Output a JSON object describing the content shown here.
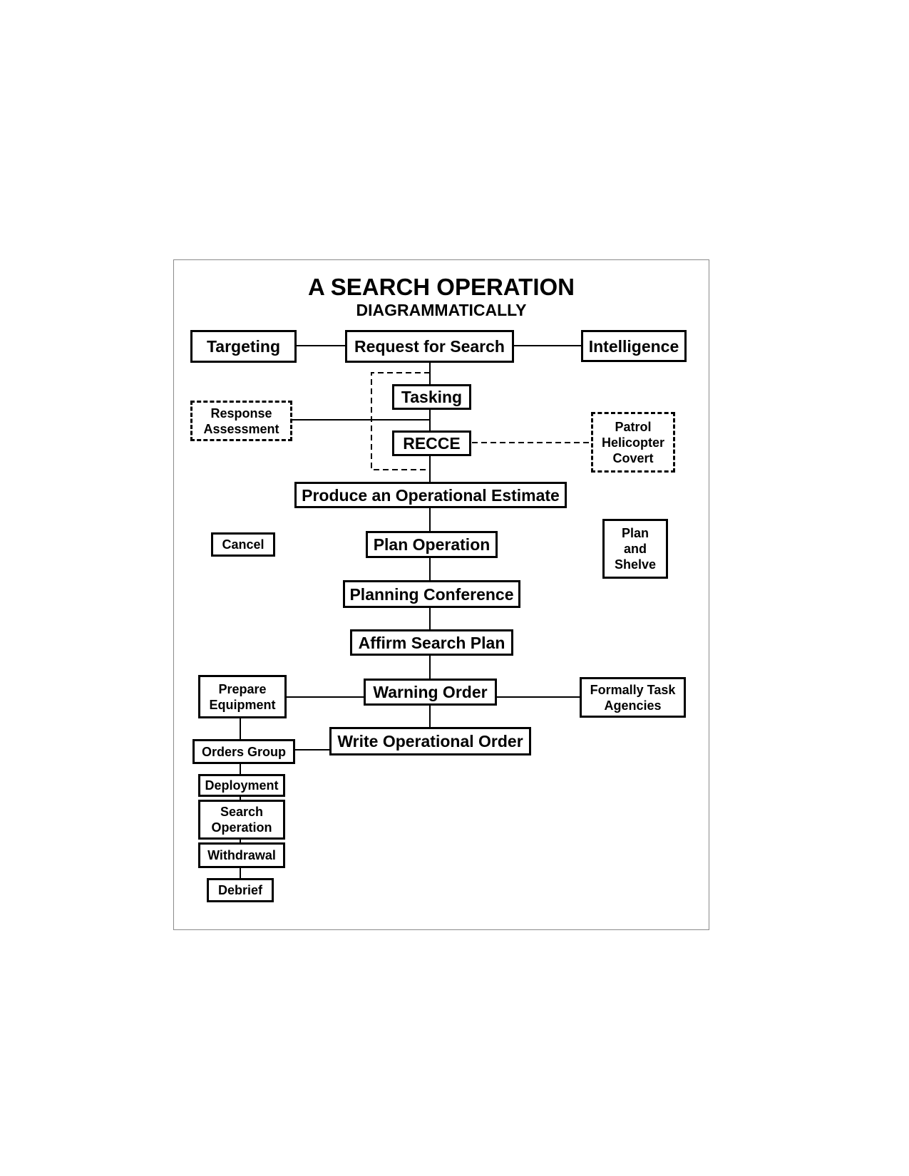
{
  "title": "A SEARCH OPERATION",
  "subtitle": "DIAGRAMMATICALLY",
  "nodes": {
    "targeting": "Targeting",
    "request_for_search": "Request for Search",
    "intelligence": "Intelligence",
    "tasking": "Tasking",
    "response_assessment": "Response\nAssessment",
    "recce": "RECCE",
    "patrol_helicopter_covert": "Patrol\nHelicopter\nCovert",
    "operational_estimate": "Produce an Operational Estimate",
    "cancel": "Cancel",
    "plan_operation": "Plan Operation",
    "plan_and_shelve": "Plan\nand\nShelve",
    "planning_conference": "Planning Conference",
    "affirm_search_plan": "Affirm Search Plan",
    "prepare_equipment": "Prepare\nEquipment",
    "warning_order": "Warning Order",
    "formally_task_agencies": "Formally Task\nAgencies",
    "orders_group": "Orders Group",
    "write_operational_order": "Write Operational Order",
    "deployment": "Deployment",
    "search_operation": "Search\nOperation",
    "withdrawal": "Withdrawal",
    "debrief": "Debrief"
  }
}
